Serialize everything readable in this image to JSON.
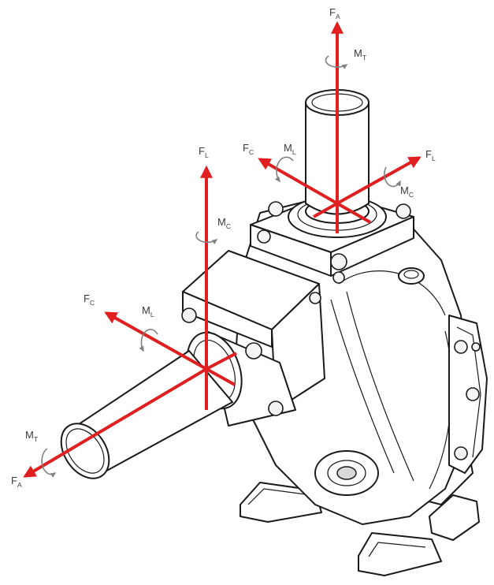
{
  "colors": {
    "force_arrow": "#e02020",
    "moment_arrow": "#808080",
    "line_art": "#1a1a1a"
  },
  "top_nozzle": {
    "force_axial": {
      "main": "F",
      "sub": "A"
    },
    "moment_torsion": {
      "main": "M",
      "sub": "T"
    },
    "force_c": {
      "main": "F",
      "sub": "C"
    },
    "moment_l": {
      "main": "M",
      "sub": "L"
    },
    "force_l": {
      "main": "F",
      "sub": "L"
    },
    "moment_c": {
      "main": "M",
      "sub": "C"
    }
  },
  "side_nozzle": {
    "force_l": {
      "main": "F",
      "sub": "L"
    },
    "moment_c": {
      "main": "M",
      "sub": "C"
    },
    "force_c": {
      "main": "F",
      "sub": "C"
    },
    "moment_l": {
      "main": "M",
      "sub": "L"
    },
    "moment_torsion": {
      "main": "M",
      "sub": "T"
    },
    "force_axial": {
      "main": "F",
      "sub": "A"
    }
  }
}
